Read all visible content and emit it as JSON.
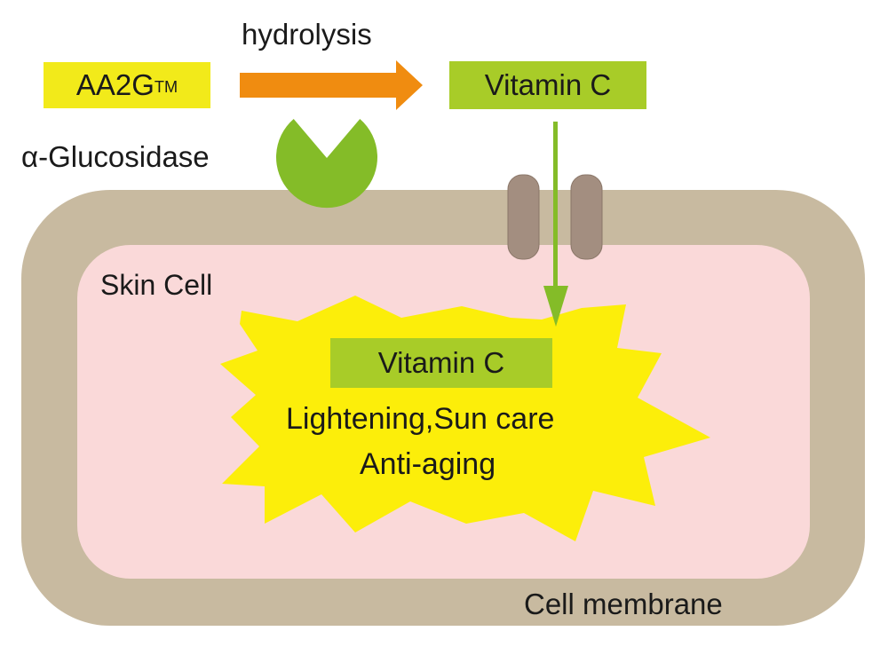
{
  "title": "AA2G to Vitamin C conversion in skin cell",
  "colors": {
    "aa2g_box": "#f2ea1a",
    "vitc_box": "#a8cc28",
    "vitc_box_inner": "#a8cc28",
    "arrow_hydrolysis": "#f08c10",
    "arrow_uptake": "#84bc28",
    "enzyme": "#84bc28",
    "membrane": "#c8baa0",
    "cytoplasm": "#fad9d9",
    "channel": "#a38e80",
    "burst": "#fcee0a",
    "text": "#1a1a1a"
  },
  "reaction": {
    "substrate": {
      "name": "AA2G",
      "mark": "TM"
    },
    "process_label": "hydrolysis",
    "product_label": "Vitamin C",
    "enzyme_label": "α-Glucosidase",
    "enzyme_icon": "enzyme-pacman-icon"
  },
  "cell": {
    "interior_label": "Skin Cell",
    "membrane_label": "Cell membrane",
    "channel_icon": "membrane-channel-icon"
  },
  "effect": {
    "title": "Vitamin C",
    "line1": "Lightening,Sun care",
    "line2": "Anti-aging"
  }
}
